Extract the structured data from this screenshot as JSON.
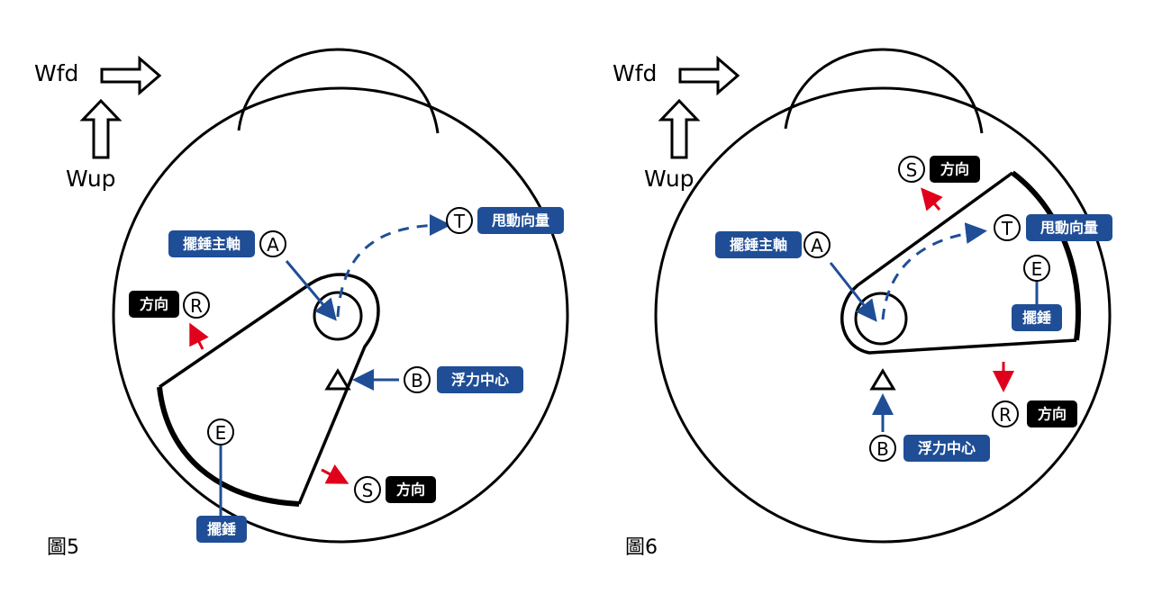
{
  "colors": {
    "blue_tag": "#1f4e96",
    "black_tag": "#000000",
    "red_arrow": "#e0001b",
    "blue_arrow": "#1f4e96",
    "stroke": "#000000"
  },
  "figures": [
    {
      "caption": "圖5",
      "wfd": "Wfd",
      "wup": "Wup",
      "labels": {
        "A": {
          "letter": "A",
          "tag": "擺錘主軸"
        },
        "B": {
          "letter": "B",
          "tag": "浮力中心"
        },
        "T": {
          "letter": "T",
          "tag": "甩動向量"
        },
        "E": {
          "letter": "E",
          "tag": "擺錘"
        },
        "R": {
          "letter": "R",
          "tag": "方向"
        },
        "S": {
          "letter": "S",
          "tag": "方向"
        }
      }
    },
    {
      "caption": "圖6",
      "wfd": "Wfd",
      "wup": "Wup",
      "labels": {
        "A": {
          "letter": "A",
          "tag": "擺錘主軸"
        },
        "B": {
          "letter": "B",
          "tag": "浮力中心"
        },
        "T": {
          "letter": "T",
          "tag": "甩動向量"
        },
        "E": {
          "letter": "E",
          "tag": "擺錘"
        },
        "R": {
          "letter": "R",
          "tag": "方向"
        },
        "S": {
          "letter": "S",
          "tag": "方向"
        }
      }
    }
  ]
}
